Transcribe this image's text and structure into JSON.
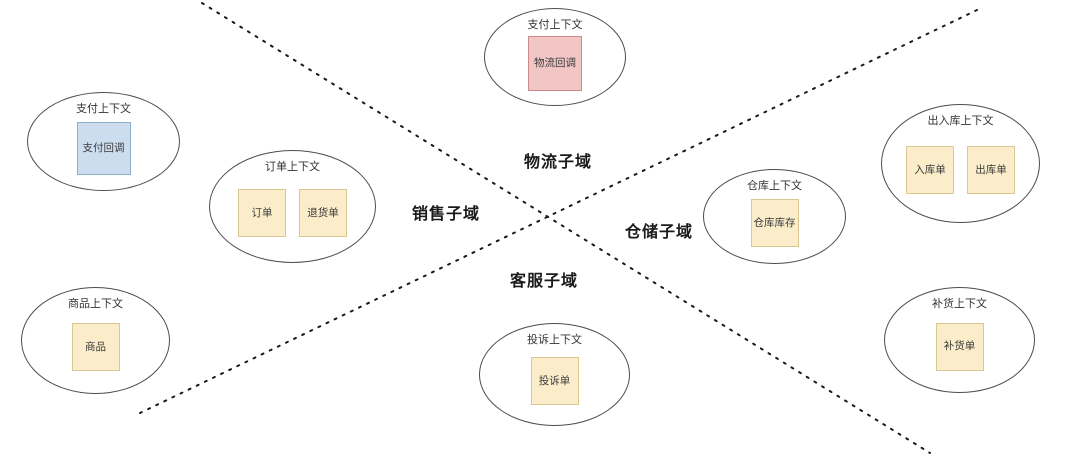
{
  "diagram": {
    "quadrant_labels": {
      "top": "物流子域",
      "left": "销售子域",
      "right": "仓储子域",
      "bottom": "客服子域"
    },
    "contexts": [
      {
        "label": "支付上下文",
        "boxes": [
          {
            "text": "物流回调",
            "color": "pink"
          }
        ]
      },
      {
        "label": "支付上下文",
        "boxes": [
          {
            "text": "支付回调",
            "color": "blue"
          }
        ]
      },
      {
        "label": "订单上下文",
        "boxes": [
          {
            "text": "订单",
            "color": "yellow"
          },
          {
            "text": "退货单",
            "color": "yellow"
          }
        ]
      },
      {
        "label": "商品上下文",
        "boxes": [
          {
            "text": "商品",
            "color": "yellow"
          }
        ]
      },
      {
        "label": "仓库上下文",
        "boxes": [
          {
            "text": "仓库库存",
            "color": "yellow"
          }
        ]
      },
      {
        "label": "出入库上下文",
        "boxes": [
          {
            "text": "入库单",
            "color": "yellow"
          },
          {
            "text": "出库单",
            "color": "yellow"
          }
        ]
      },
      {
        "label": "补货上下文",
        "boxes": [
          {
            "text": "补货单",
            "color": "yellow"
          }
        ]
      },
      {
        "label": "投诉上下文",
        "boxes": [
          {
            "text": "投诉单",
            "color": "yellow"
          }
        ]
      }
    ],
    "colors": {
      "yellow_fill": "#fbedc9",
      "yellow_border": "#dcc793",
      "pink_fill": "#f3c6c6",
      "pink_border": "#ce8a8a",
      "blue_fill": "#ccddf0",
      "blue_border": "#8faecc",
      "ellipse_border": "#4d4d4d",
      "divider_dots": "#1a1a1a"
    }
  }
}
